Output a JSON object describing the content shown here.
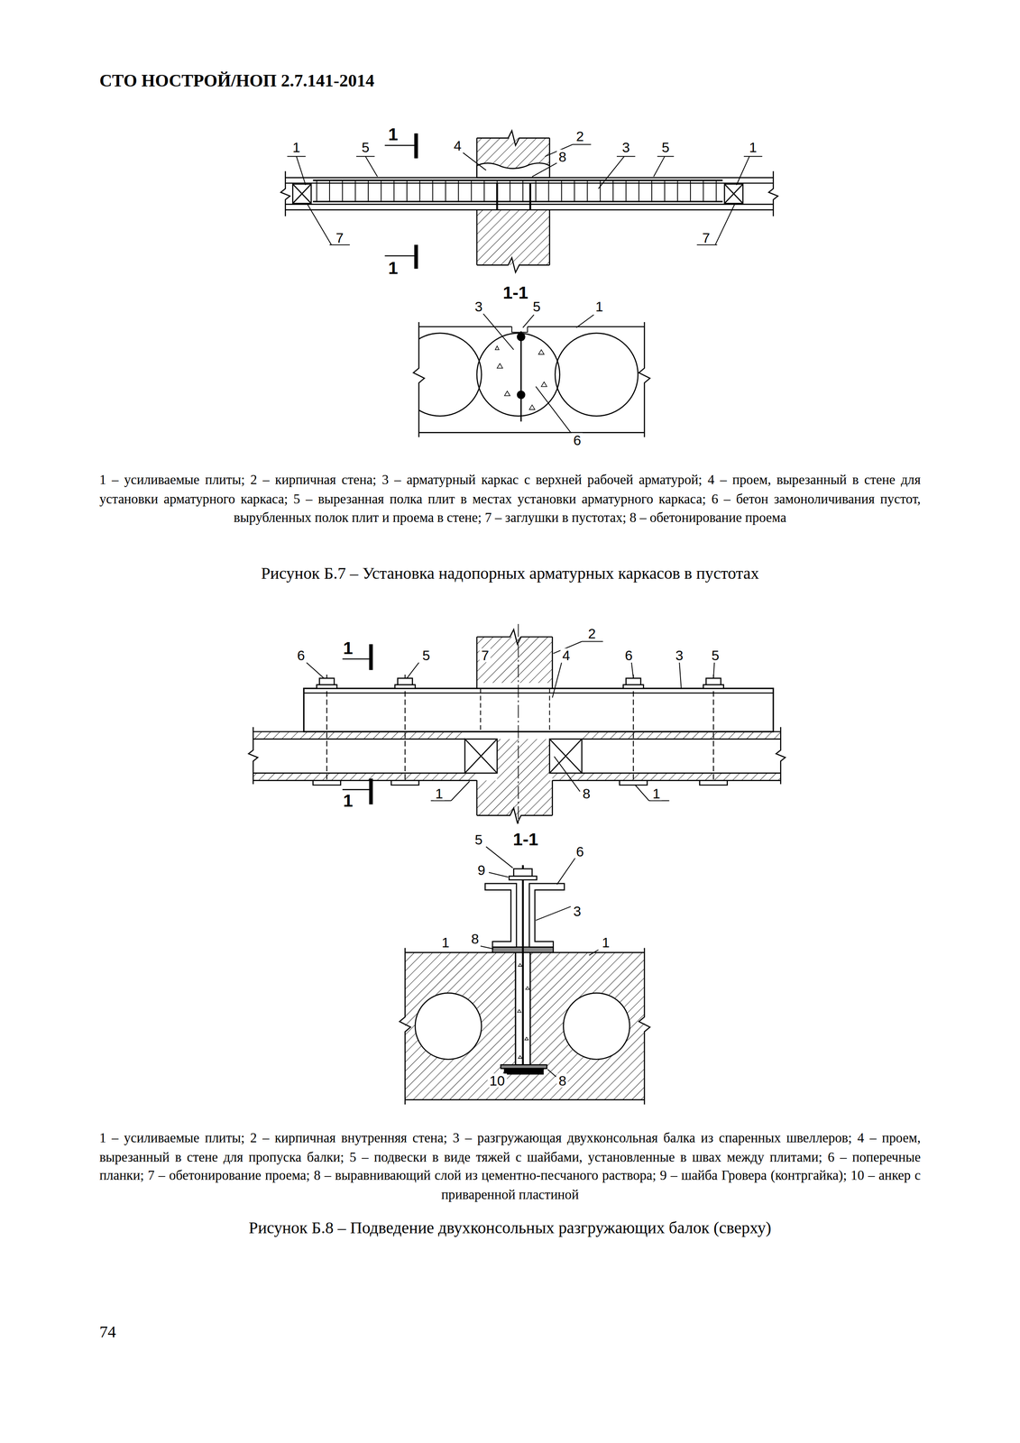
{
  "diagram": {
    "title": "СТО НОСТРОЙ/НОП 2.7.141-2014",
    "labels": [
      "1",
      "1",
      "5",
      "4",
      "2",
      "8",
      "3",
      "5",
      "1",
      "7",
      "7",
      "1",
      "1-1",
      "3",
      "5",
      "1",
      "6",
      "1 – усиливаемые плиты; 2 – кирпичная стена; 3 – арматурный каркас с верхней рабочей арматурой; 4 – проем, вырезанный в стене для установки арматурного каркаса; 5 – вырезанная полка плит в местах установки арматурного каркаса; 6 – бетон замоноличивания пустот, вырубленных полок плит и проема в стене; 7 – заглушки в пустотах; 8 – обетонирование проема",
      "Рисунок Б.7 – Установка надопорных арматурных каркасов в пустотах",
      "6",
      "1",
      "5",
      "7",
      "2",
      "4",
      "6",
      "3",
      "5",
      "1",
      "1",
      "8",
      "1",
      "5",
      "1-1",
      "6",
      "9",
      "3",
      "8",
      "1",
      "1",
      "10",
      "8",
      "1 – усиливаемые плиты; 2 – кирпичная внутренняя стена; 3 – разгружающая двухконсольная балка из спаренных швеллеров; 4 – проем, вырезанный в стене для пропуска балки; 5 – подвески в виде тяжей с шайбами, установленные в швах между плитами; 6 – поперечные планки; 7 – обетонирование проема; 8 – выравнивающий слой из цементно-песчаного раствора; 9 – шайба Гровера (контргайка); 10 – анкер с приваренной пластиной",
      "Рисунок Б.8 – Подведение двухконсольных разгружающих балок (сверху)",
      "74"
    ]
  }
}
